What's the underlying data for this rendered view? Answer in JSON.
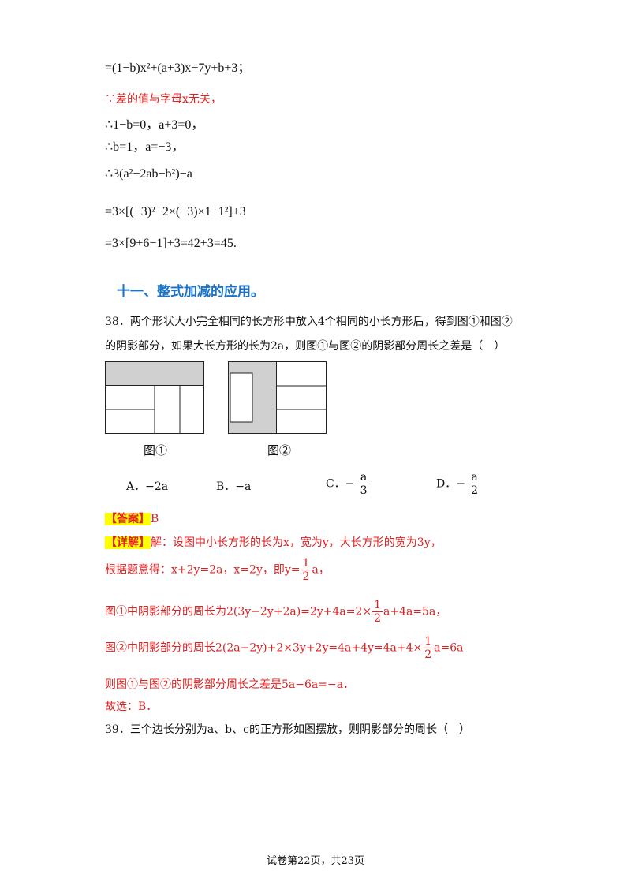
{
  "solution_top": {
    "line1": "=(1−b)x²+(a+3)x−7y+b+3；",
    "line2": "∵差的值与字母x无关，",
    "line3": "∴1−b=0，a+3=0，",
    "line4": "∴b=1，a=−3，",
    "line5": "∴3(a²−2ab−b²)−a",
    "line6": "=3×[(−3)²−2×(−3)×1−1²]+3",
    "line7": "=3×[9+6−1]+3=42+3=45."
  },
  "section_heading": "十一、整式加减的应用。",
  "q38": {
    "stem_line1": "38．两个形状大小完全相同的长方形中放入4个相同的小长方形后，得到图①和图②",
    "stem_line2": "的阴影部分，如果大长方形的长为2a，则图①与图②的阴影部分周长之差是（　）",
    "fig1_caption": "图①",
    "fig2_caption": "图②",
    "option_a": "A．−2a",
    "option_b": "B．−a",
    "option_c_prefix": "C．−",
    "option_c_num": "a",
    "option_c_den": "3",
    "option_d_prefix": "D．−",
    "option_d_num": "a",
    "option_d_den": "2",
    "answer_tag": "【答案】",
    "answer_value": "B",
    "detail_tag": "【详解】",
    "detail_line1": "解：设图中小长方形的长为x，宽为y，大长方形的宽为3y，",
    "detail_line2_a": "根据题意得：x+2y=2a，x=2y，即y=",
    "detail_line2_num": "1",
    "detail_line2_den": "2",
    "detail_line2_b": "a，",
    "detail_line3_a": "图①中阴影部分的周长为2(3y−2y+2a)=2y+4a=2×",
    "detail_line3_num": "1",
    "detail_line3_den": "2",
    "detail_line3_b": "a+4a=5a，",
    "detail_line4_a": "图②中阴影部分的周长2(2a−2y)+2×3y+2y=4a+4y=4a+4×",
    "detail_line4_num": "1",
    "detail_line4_den": "2",
    "detail_line4_b": "a=6a",
    "detail_line5": "则图①与图②的阴影部分周长之差是5a−6a=−a．",
    "detail_line6": "故选：B．"
  },
  "q39": {
    "stem": "39．三个边长分别为a、b、c的正方形如图摆放，则阴影部分的周长（　）"
  },
  "footer": "试卷第22页，共23页",
  "colors": {
    "accent_red": "#e02020",
    "heading_blue": "#1a73c8",
    "highlight": "#ffff00",
    "shade": "#d0d0d0"
  }
}
